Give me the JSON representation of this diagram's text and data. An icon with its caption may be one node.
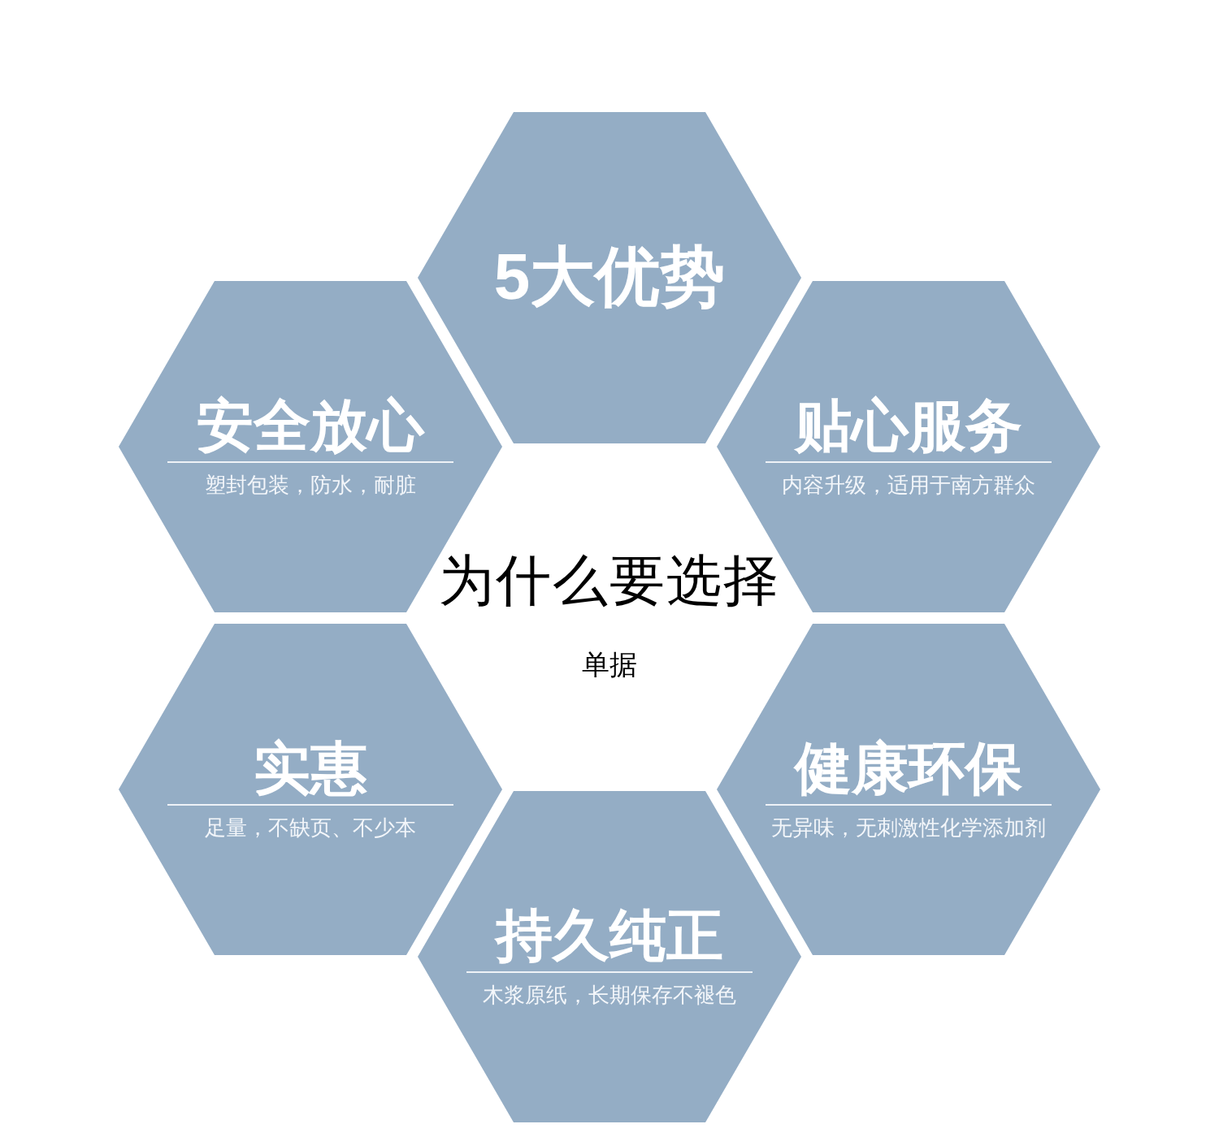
{
  "diagram": {
    "nodes": [
      {
        "text": [
          "5大优势"
        ]
      },
      {
        "text": [
          "安全放心",
          "塑封包装，防水，耐脏"
        ]
      },
      {
        "text": [
          "贴心服务",
          "内容升级，适用于南方群众"
        ]
      },
      {
        "text": [
          "实惠",
          "足量，不缺页、不少本"
        ]
      },
      {
        "text": [
          "健康环保",
          "无异味，无刺激性化学添加剂"
        ]
      },
      {
        "text": [
          "持久纯正",
          "木浆原纸，长期保存不褪色"
        ]
      }
    ],
    "labels": [
      "为什么要选择",
      "单据"
    ]
  }
}
